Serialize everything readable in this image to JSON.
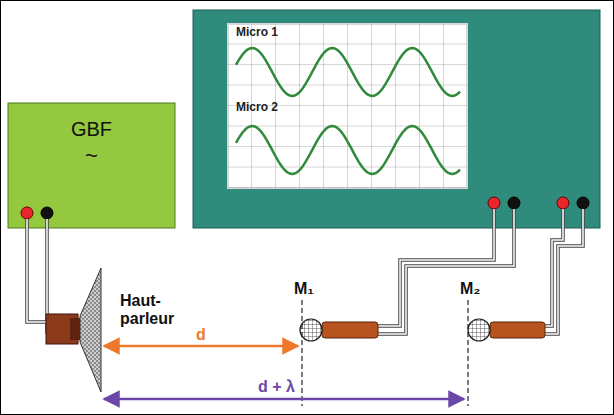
{
  "diagram": {
    "nodes": [
      {
        "text": [
          "GBF",
          "~"
        ]
      },
      {
        "text": [
          "Micro 1",
          "Micro 2"
        ]
      }
    ],
    "edges": [],
    "labels": [
      "Haut-parleur",
      "M₁",
      "M₂",
      "d",
      "d + λ"
    ]
  }
}
